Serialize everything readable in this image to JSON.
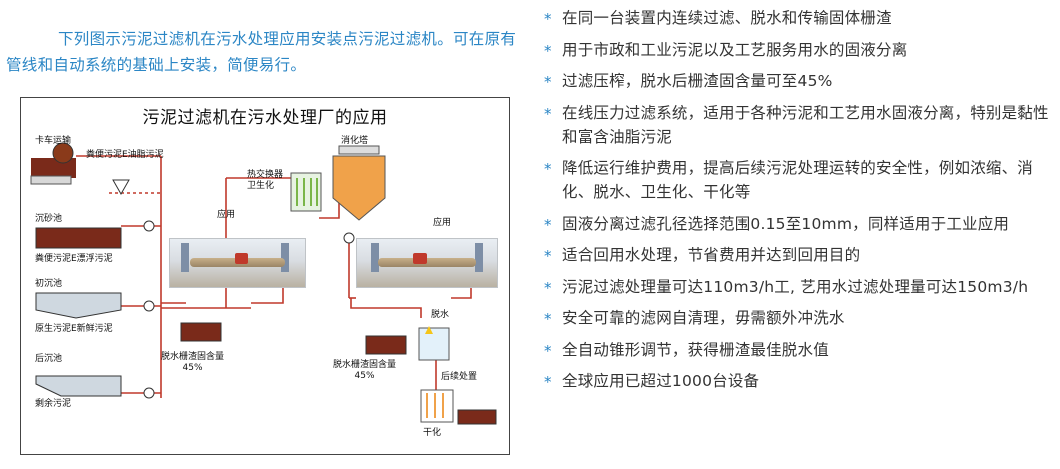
{
  "intro": "下列图示污泥过滤机在污水处理应用安装点污泥过滤机。可在原有管线和自动系统的基础上安装，简便易行。",
  "diagram": {
    "title": "污泥过滤机在污水处理厂的应用",
    "labels": {
      "truck": "卡车运输",
      "manure": "粪便污泥E油脂污泥",
      "grit": "沉砂池",
      "grit_sub": "粪便污泥E漂浮污泥",
      "primary": "初沉池",
      "primary_sub": "原生污泥E新鲜污泥",
      "final": "后沉池",
      "final_sub": "剩余污泥",
      "heat": "热交换器\n卫生化",
      "digester": "消化塔",
      "app1": "应用",
      "app2": "应用",
      "dewater_left": "脱水栅渣固含量\n45%",
      "dewater_right": "脱水栅渣固含量\n45%",
      "dewatering": "脱水",
      "post": "后续处置",
      "drying": "干化"
    }
  },
  "features": [
    "在同一台装置内连续过滤、脱水和传输固体栅渣",
    "用于市政和工业污泥以及工艺服务用水的固液分离",
    "过滤压榨，脱水后栅渣固含量可至45%",
    "在线压力过滤系统，适用于各种污泥和工艺用水固液分离，特别是黏性和富含油脂污泥",
    "降低运行维护费用，提高后续污泥处理运转的安全性，例如浓缩、消化、脱水、卫生化、干化等",
    "固液分离过滤孔径选择范围0.15至10mm，同样适用于工业应用",
    "适合回用水处理，节省费用并达到回用目的",
    "污泥过滤处理量可达110m3/h工, 艺用水过滤处理量可达150m3/h",
    "安全可靠的滤网自清理，毋需额外冲洗水",
    "全自动锥形调节，获得栅渣最佳脱水值",
    "全球应用已超过1000台设备"
  ],
  "colors": {
    "accent": "#2b86c5",
    "pipe": "#c0392b",
    "tank": "#f0a24a",
    "sludge": "#7a2a1a"
  }
}
